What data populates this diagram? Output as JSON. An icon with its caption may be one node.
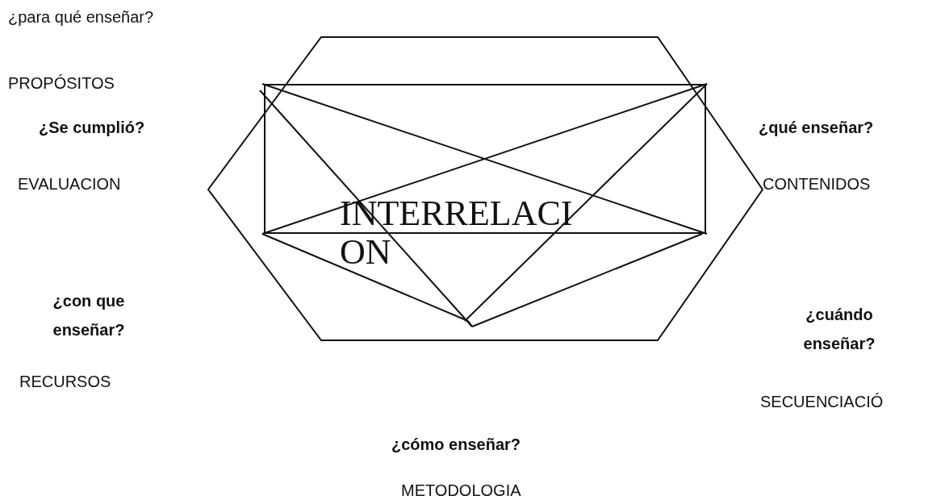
{
  "diagram": {
    "nodes": [
      {
        "text": [
          "INTERRELACION"
        ]
      }
    ],
    "labels": [
      "¿para qué enseñar?",
      "PROPÓSITOS",
      "¿Se cumplió?",
      "¿qué enseñar?",
      "EVALUACION",
      "CONTENIDOS",
      "¿con que enseñar?",
      "¿cuándo enseñar?",
      "RECURSOS",
      "SECUENCIACIÓ",
      "¿cómo enseñar?",
      "METODOLOGIA"
    ]
  }
}
